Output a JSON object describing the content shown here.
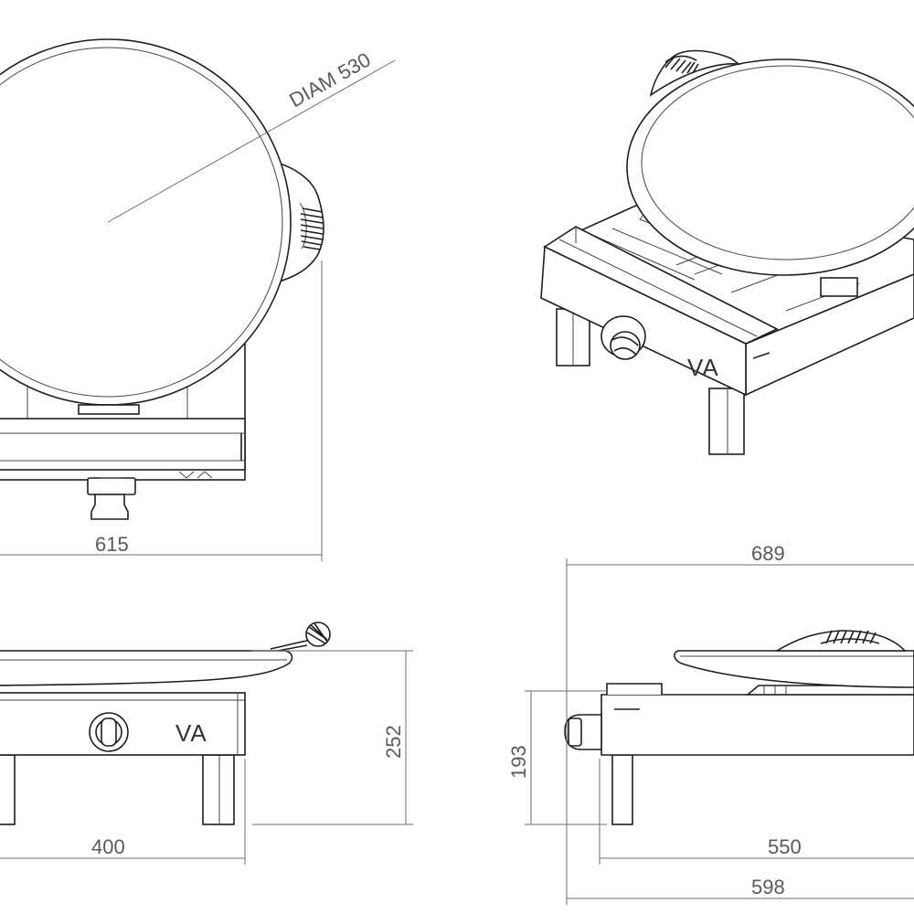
{
  "dimensions": {
    "diameter": "DIAM 530",
    "top_view_width": "615",
    "front_width": "400",
    "front_height": "252",
    "side_depth_total": "689",
    "side_height": "193",
    "side_leg_span": "550",
    "side_depth": "598"
  },
  "logo": {
    "front": "VA",
    "iso": "VA"
  }
}
